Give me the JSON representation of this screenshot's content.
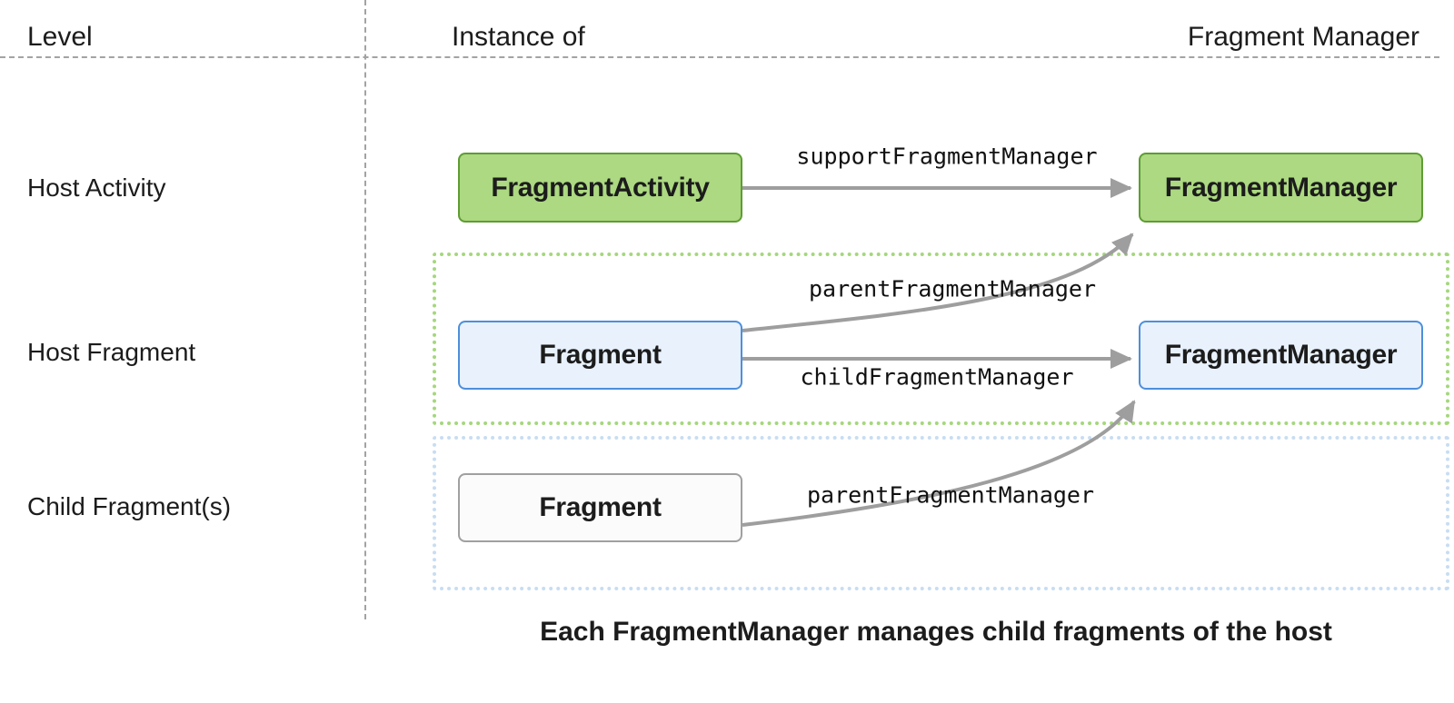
{
  "header": {
    "level": "Level",
    "instance_of": "Instance of",
    "fragment_manager": "Fragment Manager"
  },
  "rows": {
    "host_activity": {
      "label": "Host Activity",
      "instance_box": "FragmentActivity",
      "manager_box": "FragmentManager",
      "arrow_label": "supportFragmentManager"
    },
    "host_fragment": {
      "label": "Host Fragment",
      "instance_box": "Fragment",
      "manager_box": "FragmentManager",
      "parent_arrow_label": "parentFragmentManager",
      "child_arrow_label": "childFragmentManager"
    },
    "child_fragments": {
      "label": "Child Fragment(s)",
      "instance_box": "Fragment",
      "parent_arrow_label": "parentFragmentManager"
    }
  },
  "caption": "Each FragmentManager manages child fragments of the host",
  "colors": {
    "activity_box_fill": "#acd981",
    "activity_box_border": "#5e9c34",
    "fragment_box_fill": "#e8f1fc",
    "fragment_box_border": "#4d8fdb",
    "child_box_fill": "#fbfbfb",
    "child_box_border": "#a0a0a0",
    "host_fragment_group_border": "#a5d77c",
    "child_fragments_group_border": "#c8ddf2",
    "arrow": "#9e9e9e",
    "divider_dash": "#a3a3a3",
    "text": "#1c1c1c"
  }
}
